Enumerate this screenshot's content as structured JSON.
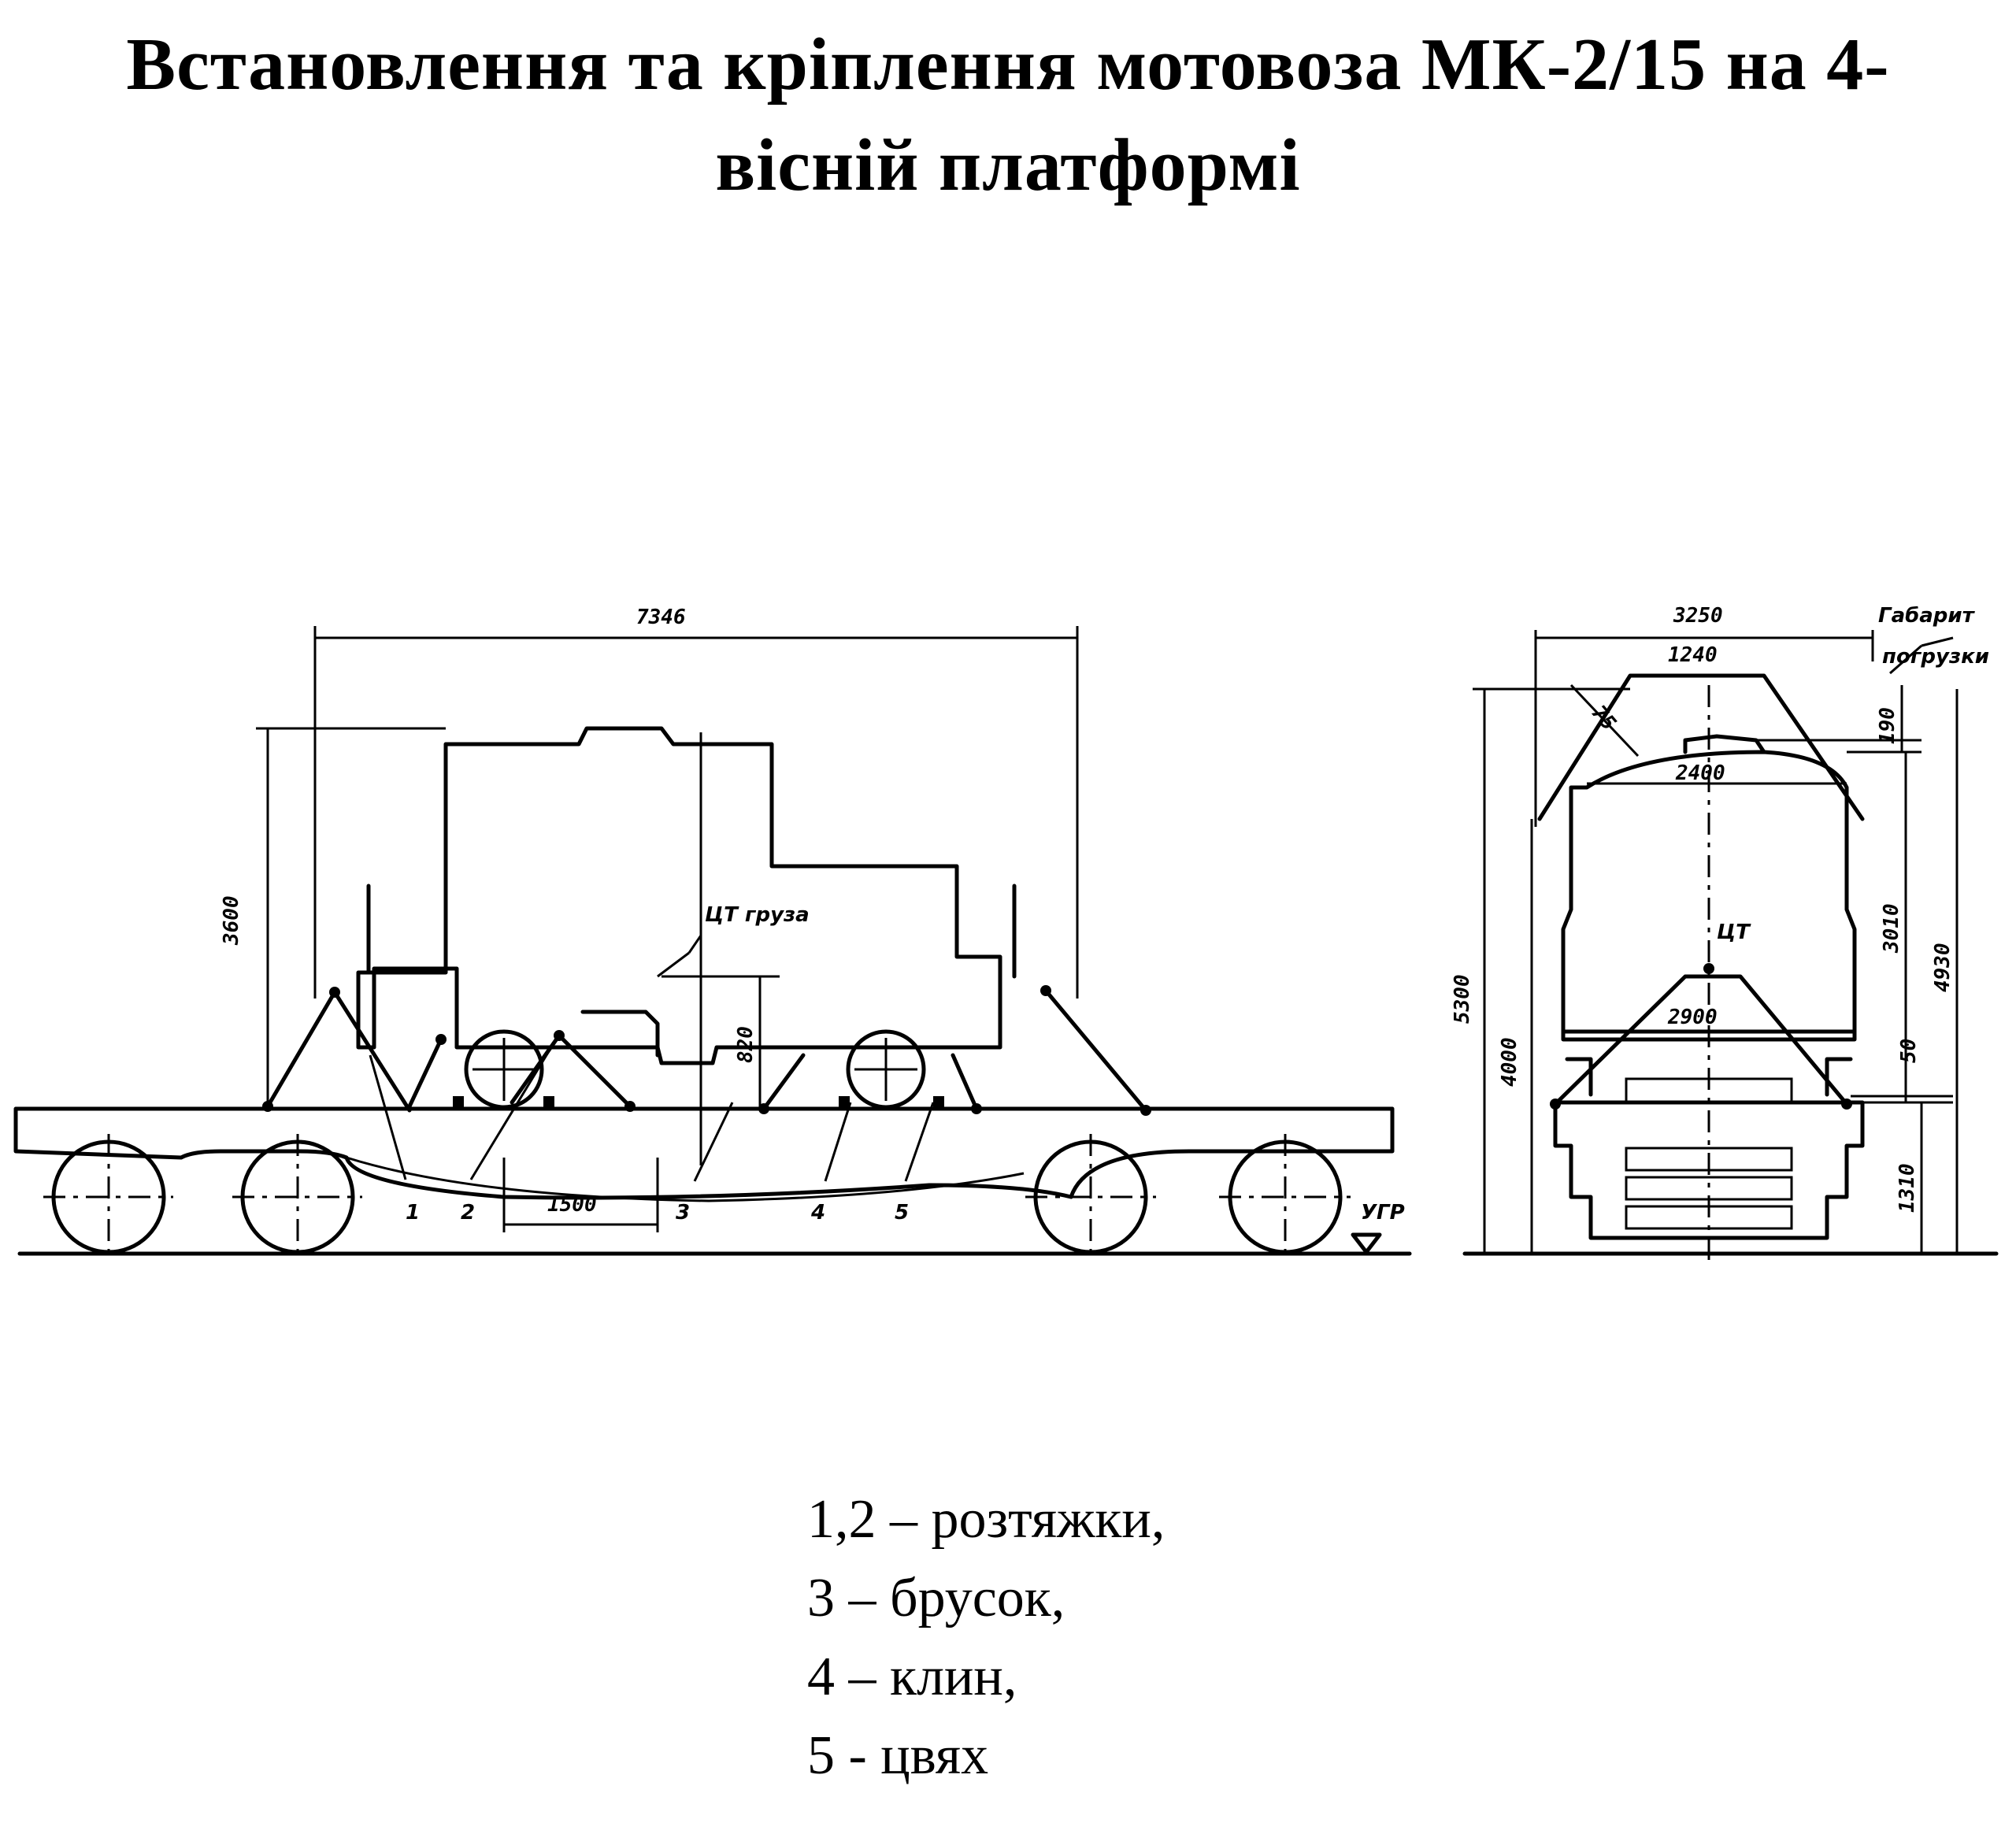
{
  "title": {
    "line1": "Встановлення та кріплення мотовоза МК-2/15 на 4-",
    "line2": "вісній платформі"
  },
  "side_view": {
    "dims": {
      "overall_length": "7346",
      "height": "3600",
      "cg_height": "820",
      "cg_offset": "1500"
    },
    "cg_label": "ЦТ груза",
    "rail_label": "УГР",
    "callouts": [
      "1",
      "2",
      "3",
      "4",
      "5"
    ]
  },
  "end_view": {
    "dims": {
      "width_top": "3250",
      "width_1240": "1240",
      "width_2400": "2400",
      "width_2900": "2900",
      "angle": "75",
      "h_190": "190",
      "h_5300": "5300",
      "h_4000": "4000",
      "h_3010": "3010",
      "h_4930": "4930",
      "h_50": "50",
      "h_1310": "1310"
    },
    "gabarit_label_1": "Габарит",
    "gabarit_label_2": "погрузки",
    "cg_label": "ЦТ"
  },
  "legend": [
    "1,2 – розтяжки,",
    "3 – брусок,",
    "4 – клин,",
    "5 - цвях"
  ]
}
